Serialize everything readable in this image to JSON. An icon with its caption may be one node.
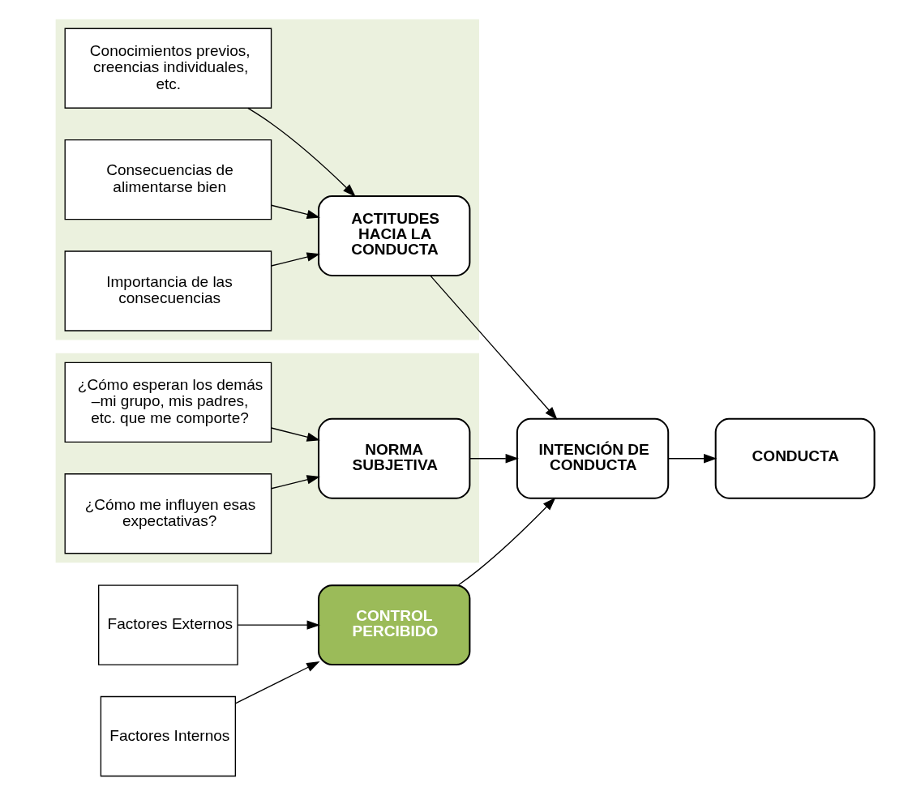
{
  "diagram": {
    "nodes": [
      {
        "text": [],
        "shape": "box"
      },
      {
        "text": [
          "Conocimientos previos, creencias individuales, etc."
        ],
        "in": 0
      },
      {
        "text": [
          "Consecuencias de alimentarse bien"
        ],
        "in": 0
      },
      {
        "text": [
          "Importancia de las consecuencias"
        ],
        "in": 0
      },
      {
        "text": [
          "ACTITUDES HACIA LA CONDUCTA"
        ],
        "in": 0
      },
      {
        "text": [
          "INTENCIÓN DE CONDUCTA"
        ]
      },
      {
        "text": [
          "CONDUCTA"
        ]
      },
      {
        "text": [],
        "shape": "box"
      },
      {
        "text": [
          "¿Cómo esperan los demás –mi grupo, mis padres, etc. que me comporte?"
        ],
        "in": 7
      },
      {
        "text": [
          "¿Cómo me influyen esas expectativas?"
        ],
        "in": 7
      },
      {
        "text": [
          "NORMA SUBJETIVA"
        ],
        "in": 7
      },
      {
        "text": [
          "CONTROL PERCIBIDO"
        ]
      },
      {
        "text": [
          "Factores Externos"
        ]
      },
      {
        "text": [
          "Factores Internos"
        ]
      }
    ],
    "edges": [
      {
        "from": 1,
        "to": 4,
        "arrow": "to"
      },
      {
        "from": 2,
        "to": 4,
        "arrow": "to"
      },
      {
        "from": 3,
        "to": 4,
        "arrow": "to"
      },
      {
        "from": 4,
        "to": 5,
        "arrow": "to"
      },
      {
        "from": 5,
        "to": 6,
        "arrow": "to"
      },
      {
        "from": 8,
        "to": 10,
        "arrow": "to"
      },
      {
        "from": 9,
        "to": 10,
        "arrow": "to"
      },
      {
        "from": 10,
        "to": 5,
        "arrow": "to"
      },
      {
        "from": 11,
        "to": 5,
        "arrow": "to"
      },
      {
        "from": 12,
        "to": 11,
        "arrow": "to"
      },
      {
        "from": 13,
        "to": 11,
        "arrow": "to"
      }
    ]
  }
}
